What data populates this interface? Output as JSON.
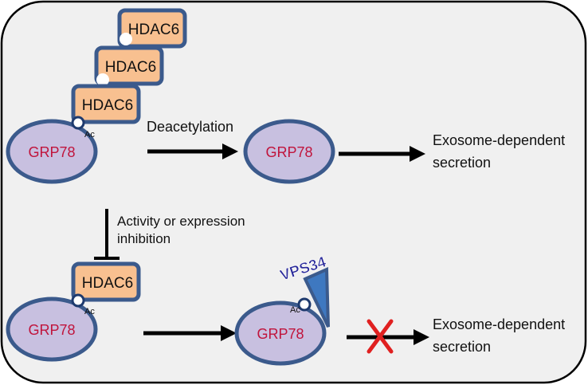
{
  "nodes": {
    "grp78": "GRP78",
    "hdac6": "HDAC6",
    "vps34": "VPS34",
    "ac": "Ac"
  },
  "labels": {
    "deacetylation": "Deacetylation",
    "inhibition_line1": "Activity or expression",
    "inhibition_line2": "inhibition",
    "secretion_line1": "Exosome-dependent",
    "secretion_line2": "secretion"
  },
  "colors": {
    "panel_bg": "#f0f0f0",
    "ellipse_fill": "#c8c0e0",
    "node_border": "#3b5a8c",
    "hdac_fill": "#f8c090",
    "grp_text": "#c0143c",
    "vps_fill": "#3e78c0",
    "vps_text": "#2a2a9a",
    "block_x": "#e02020"
  }
}
